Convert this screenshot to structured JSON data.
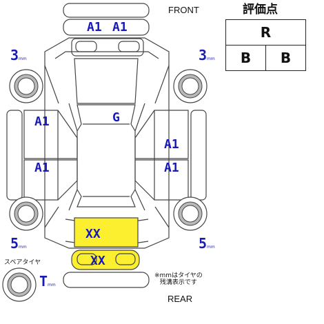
{
  "header": {
    "front": "FRONT",
    "rear": "REAR"
  },
  "grade": {
    "title": "評価点",
    "overall": "R",
    "exterior": "B",
    "interior": "B"
  },
  "panels": {
    "windshield_left": "A1",
    "windshield_right": "A1",
    "roof": "G",
    "left_front_door": "A1",
    "left_rear_door": "A1",
    "right_front_door": "A1",
    "right_rear_door": "A1",
    "trunk_lid": "XX",
    "rear_bumper": "XX"
  },
  "tires": {
    "front_left": "3",
    "front_right": "3",
    "rear_left": "5",
    "rear_right": "5",
    "spare_label": "スペアタイヤ",
    "spare": "T",
    "unit": "mm"
  },
  "note": {
    "line1": "※mmはタイヤの",
    "line2": "残溝表示です"
  },
  "colors": {
    "highlight": "#fbef2f",
    "label": "#1a1ab4",
    "line": "#444444"
  }
}
